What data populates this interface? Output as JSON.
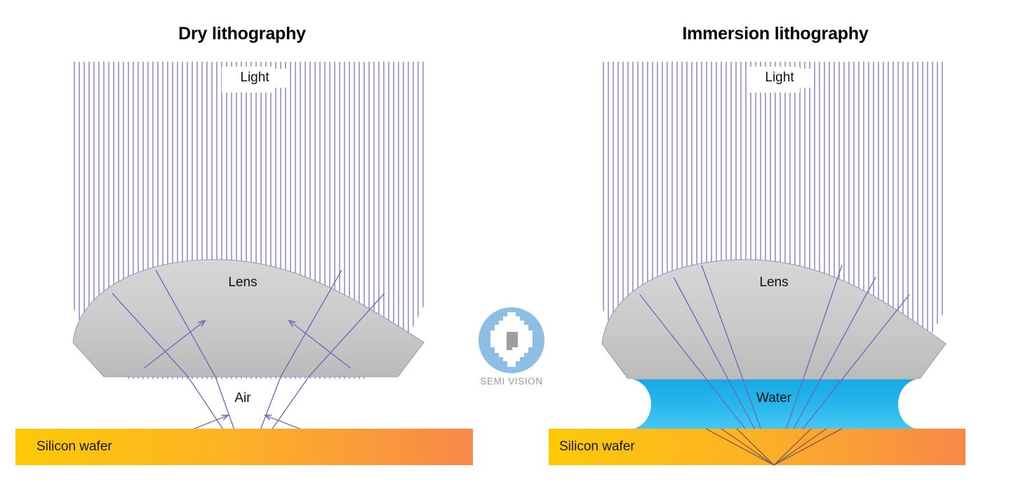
{
  "panels": {
    "left": {
      "title": "Dry lithography",
      "light_label": "Light",
      "lens_label": "Lens",
      "medium_label": "Air",
      "wafer_label": "Silicon wafer"
    },
    "right": {
      "title": "Immersion lithography",
      "light_label": "Light",
      "lens_label": "Lens",
      "medium_label": "Water",
      "wafer_label": "Silicon wafer"
    }
  },
  "logo": {
    "caption": "SEMI VISION",
    "circle_color": "#8cbfe3",
    "mark_color": "#9e9e9e",
    "caption_color": "#9a9a9a"
  },
  "colors": {
    "ray": "#6b6bbf",
    "ray_dark": "#4a3f8f",
    "lens_top": "#d5d5d6",
    "lens_bottom": "#bcbcbd",
    "lens_stroke": "#8686b5",
    "water_top": "#1eaee6",
    "water_bottom": "#39c3ef",
    "wafer_start": "#ffc907",
    "wafer_end": "#f7884a",
    "title": "#000000",
    "label": "#111111"
  }
}
